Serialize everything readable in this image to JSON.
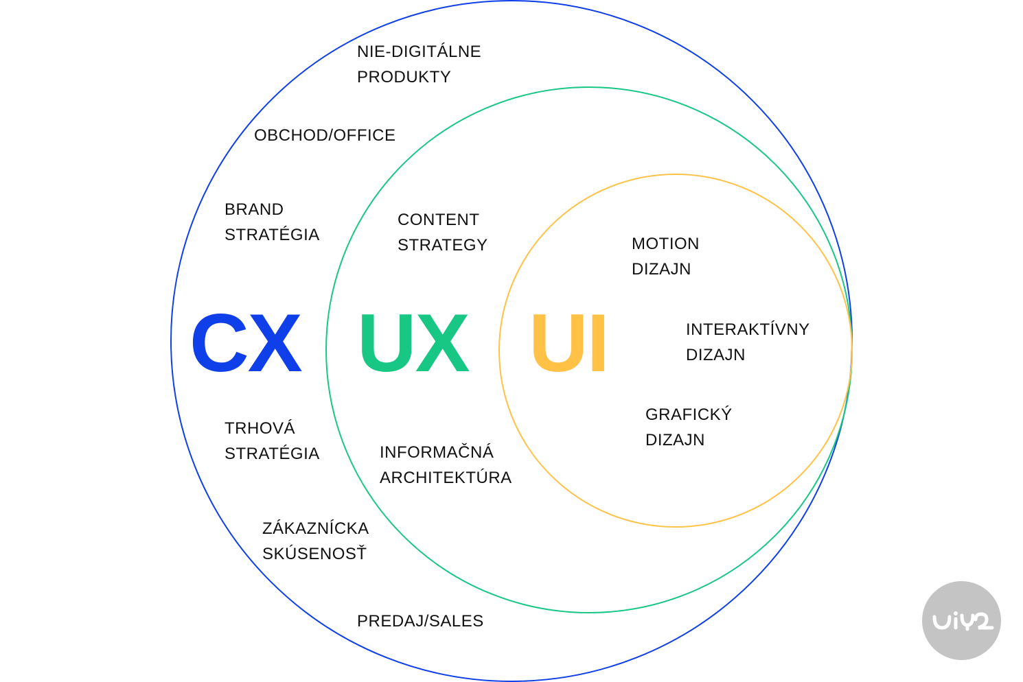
{
  "colors": {
    "cx": "#0f3fe8",
    "ux": "#19c785",
    "ui": "#ffc247",
    "logo_bg": "#c4c4c4"
  },
  "big_labels": {
    "cx": "CX",
    "ux": "UX",
    "ui": "UI"
  },
  "labels": [
    [
      "NIE-DIGITÁLNE",
      "PRODUKTY"
    ],
    [
      "OBCHOD/OFFICE"
    ],
    [
      "BRAND",
      "STRATÉGIA"
    ],
    [
      "CONTENT",
      "STRATEGY"
    ],
    [
      "MOTION",
      "DIZAJN"
    ],
    [
      "INTERAKTÍVNY",
      "DIZAJN"
    ],
    [
      "GRAFICKÝ",
      "DIZAJN"
    ],
    [
      "TRHOVÁ",
      "STRATÉGIA"
    ],
    [
      "INFORMAČNÁ",
      "ARCHITEKTÚRA"
    ],
    [
      "ZÁKAZNÍCKA",
      "SKÚSENOSŤ"
    ],
    [
      "PREDAJ/SALES"
    ]
  ],
  "logo": {
    "text": "ui42"
  }
}
